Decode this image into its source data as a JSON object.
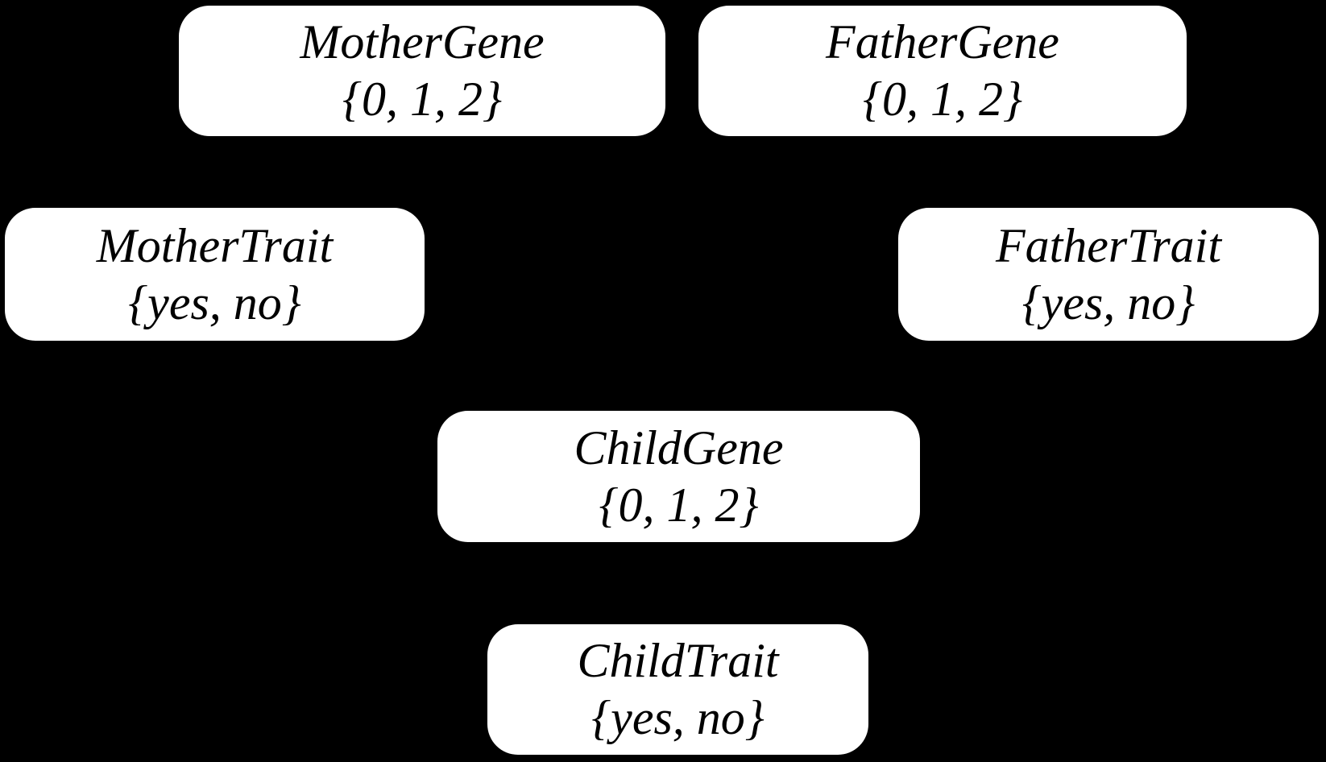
{
  "diagram": {
    "type": "bayesian-network",
    "colors": {
      "background": "#000000",
      "node_fill": "#ffffff",
      "text": "#000000"
    },
    "nodes": [
      {
        "id": "mother-gene",
        "label": "MotherGene",
        "domain": "{0, 1, 2}"
      },
      {
        "id": "father-gene",
        "label": "FatherGene",
        "domain": "{0, 1, 2}"
      },
      {
        "id": "mother-trait",
        "label": "MotherTrait",
        "domain": "{yes, no}"
      },
      {
        "id": "father-trait",
        "label": "FatherTrait",
        "domain": "{yes, no}"
      },
      {
        "id": "child-gene",
        "label": "ChildGene",
        "domain": "{0, 1, 2}"
      },
      {
        "id": "child-trait",
        "label": "ChildTrait",
        "domain": "{yes, no}"
      }
    ]
  }
}
